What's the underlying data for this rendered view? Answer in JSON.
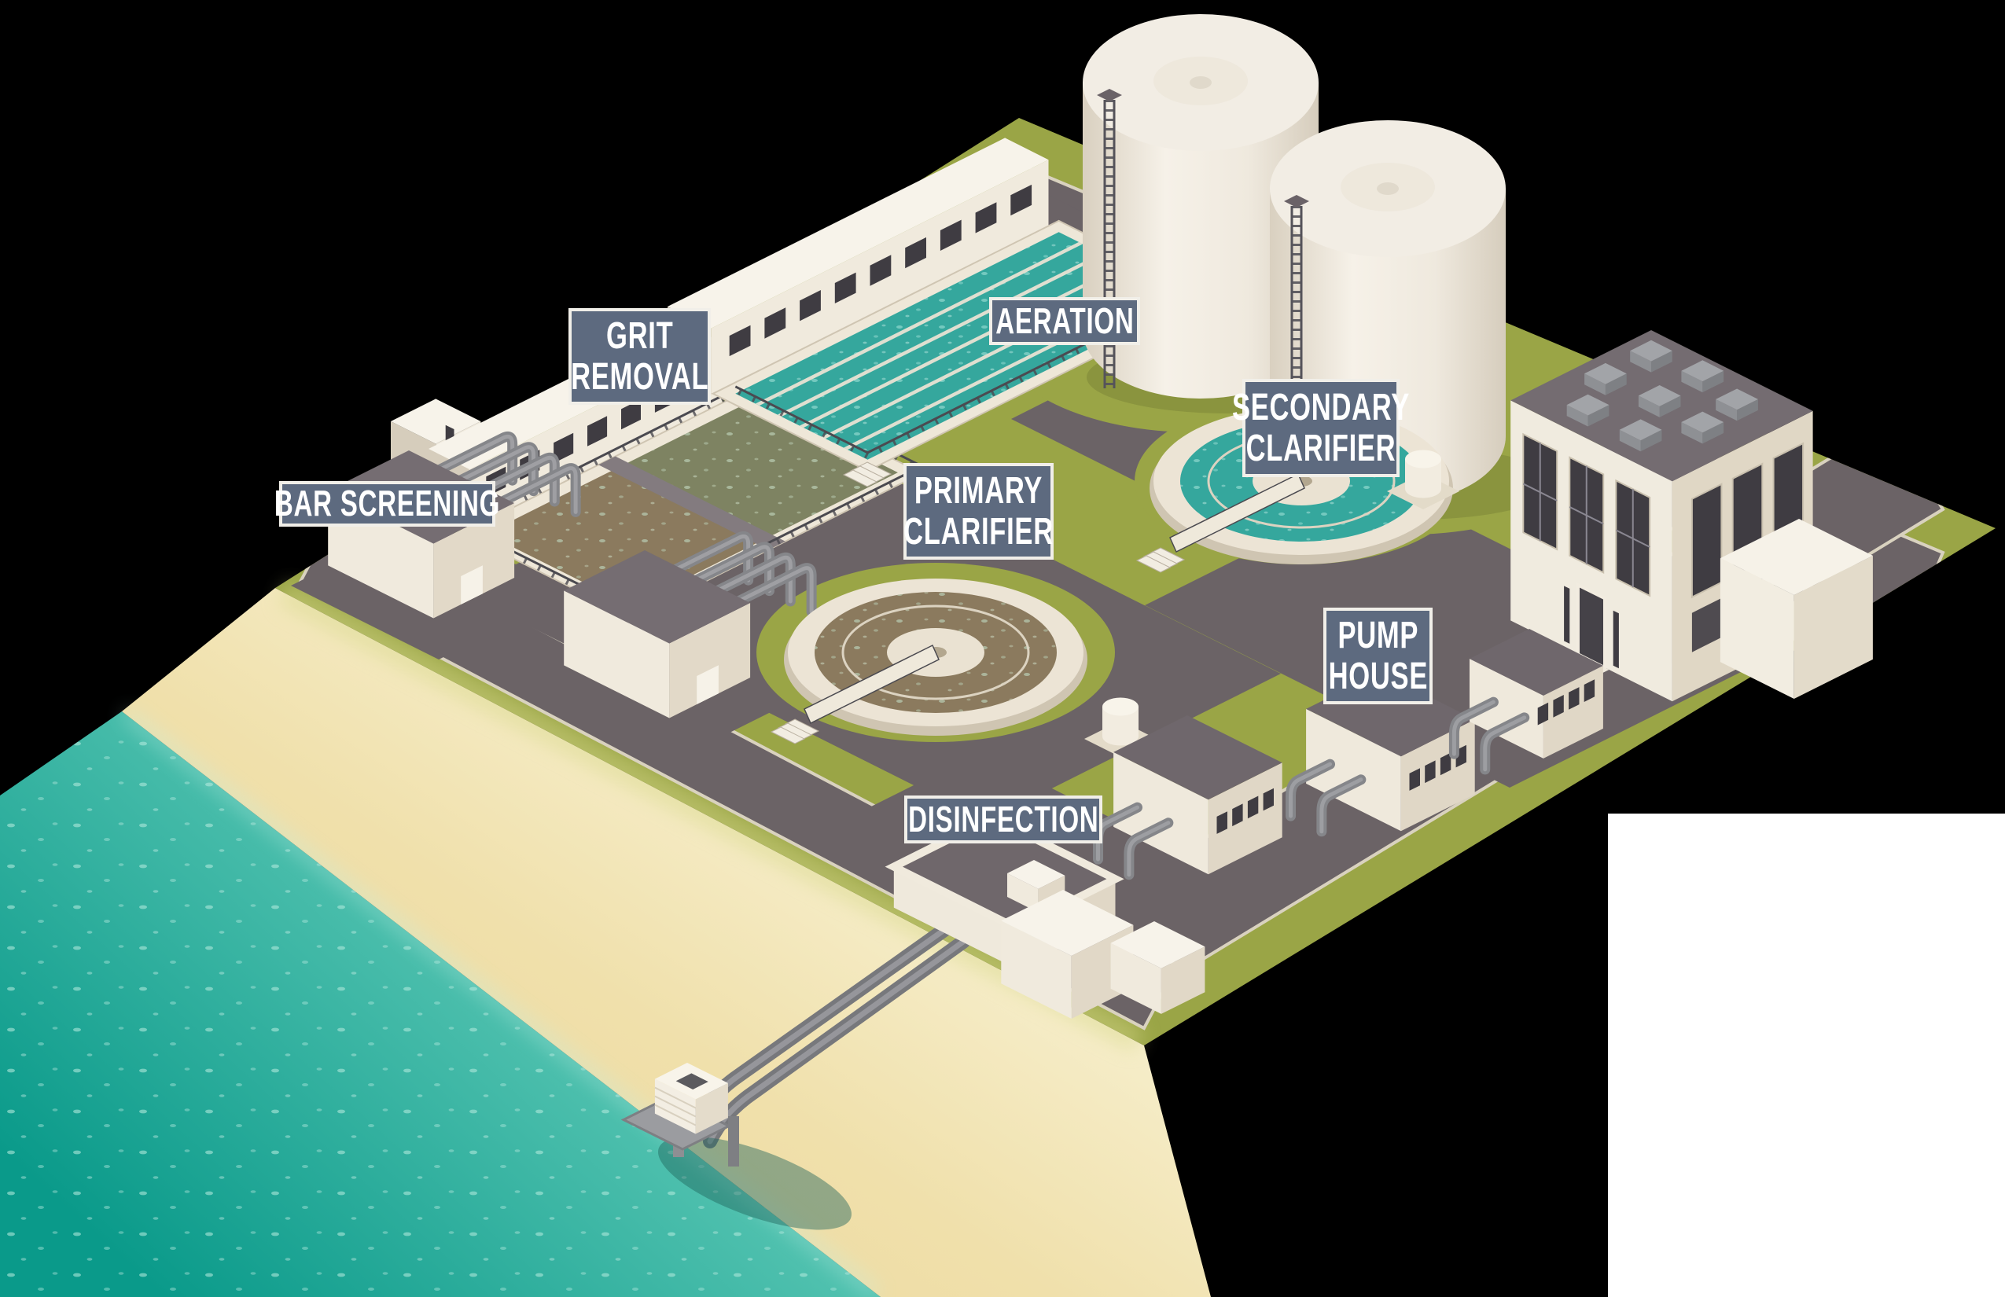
{
  "diagram": {
    "type": "isometric cutaway illustration",
    "subject": "wastewater treatment plant on a coastline",
    "background_color": "#000000",
    "cutout_color": "#ffffff"
  },
  "labels": [
    {
      "name": "bar-screening",
      "lines": [
        "BAR SCREENING"
      ]
    },
    {
      "name": "grit-removal",
      "lines": [
        "GRIT",
        "REMOVAL"
      ]
    },
    {
      "name": "aeration",
      "lines": [
        "AERATION"
      ]
    },
    {
      "name": "primary-clarifier",
      "lines": [
        "PRIMARY",
        "CLARIFIER"
      ]
    },
    {
      "name": "secondary-clarifier",
      "lines": [
        "SECONDARY",
        "CLARIFIER"
      ]
    },
    {
      "name": "pump-house",
      "lines": [
        "PUMP",
        "HOUSE"
      ]
    },
    {
      "name": "disinfection",
      "lines": [
        "DISINFECTION"
      ]
    }
  ],
  "label_style": {
    "bg": "#5d6a7f",
    "border": "#f1efe9",
    "text_color": "#ffffff"
  },
  "palette": {
    "bg": "#000000",
    "cutout": "#ffffff",
    "grass": "#9aa546",
    "road": "#6b6366",
    "curb": "#d9d2bf",
    "sand": "#eed9a0",
    "sand_light": "#f6eecb",
    "ocean": "#0a9a8a",
    "ocean_light": "#62cbb8",
    "ocean_speck": "#aee7db",
    "wallLight": "#f0eadd",
    "wallMid": "#e1d8c7",
    "wallDark": "#cfc5b2",
    "roofWhite": "#f7f3ea",
    "roofGray": "#746c71",
    "window": "#3f3c42",
    "teal": "#35a79d",
    "teal_speck": "#8fd8cd",
    "brown": "#8b7a5e",
    "olive": "#7e8362",
    "pale_speck": "#b9cdb4",
    "pipe": "#85868a",
    "pipe_dark": "#6e6f73",
    "rail": "#4b4a50",
    "cream": "#e9e2d3"
  }
}
